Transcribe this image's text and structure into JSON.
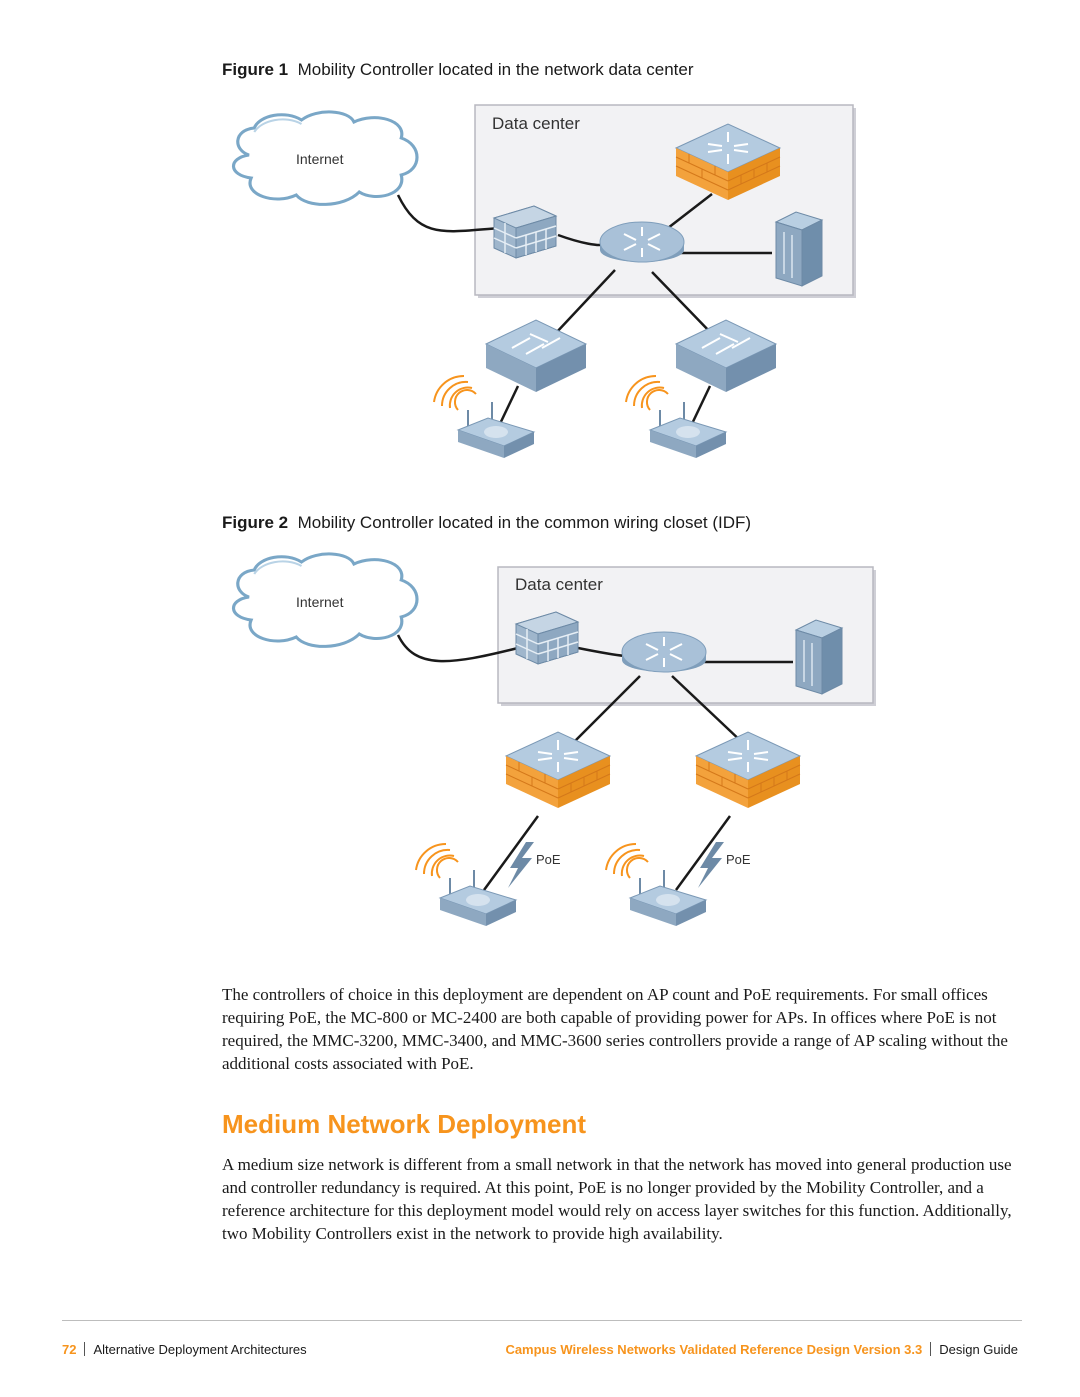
{
  "figure1": {
    "label": "Figure 1",
    "caption": "Mobility Controller located in  the network data center",
    "cloud_label": "Internet",
    "box_label": "Data center"
  },
  "figure2": {
    "label": "Figure 2",
    "caption": "Mobility Controller located in  the common wiring closet (IDF)",
    "cloud_label": "Internet",
    "box_label": "Data center",
    "poe_label_left": "PoE",
    "poe_label_right": "PoE"
  },
  "paragraph1": "The controllers of choice in this deployment are dependent on AP count and PoE requirements. For small offices requiring PoE, the MC-800 or MC-2400 are both capable of providing power for APs. In offices where PoE is not required, the MMC-3200, MMC-3400, and MMC-3600 series controllers provide a range of AP scaling without the additional costs associated with PoE.",
  "section_title": "Medium Network Deployment",
  "paragraph2": "A medium size network is different from a small network in that the network has moved into general production use and controller redundancy is required. At this point, PoE is no longer provided by the Mobility Controller, and a reference architecture for this deployment model would rely on access layer switches for this function. Additionally, two Mobility Controllers exist in the network to provide high availability.",
  "footer": {
    "page_number": "72",
    "chapter": "Alternative Deployment Architectures",
    "guide_title": "Campus Wireless Networks Validated Reference Design Version 3.3",
    "doc_type": "Design Guide"
  },
  "colors": {
    "accent_orange": "#f7941d",
    "device_blue": "#8fb0cc",
    "box_fill": "#f2f2f4"
  },
  "icons": [
    "internet-cloud-icon",
    "firewall-icon",
    "router-icon",
    "server-icon",
    "mobility-controller-icon",
    "access-switch-icon",
    "access-point-icon",
    "wifi-signal-icon",
    "poe-lightning-icon"
  ]
}
